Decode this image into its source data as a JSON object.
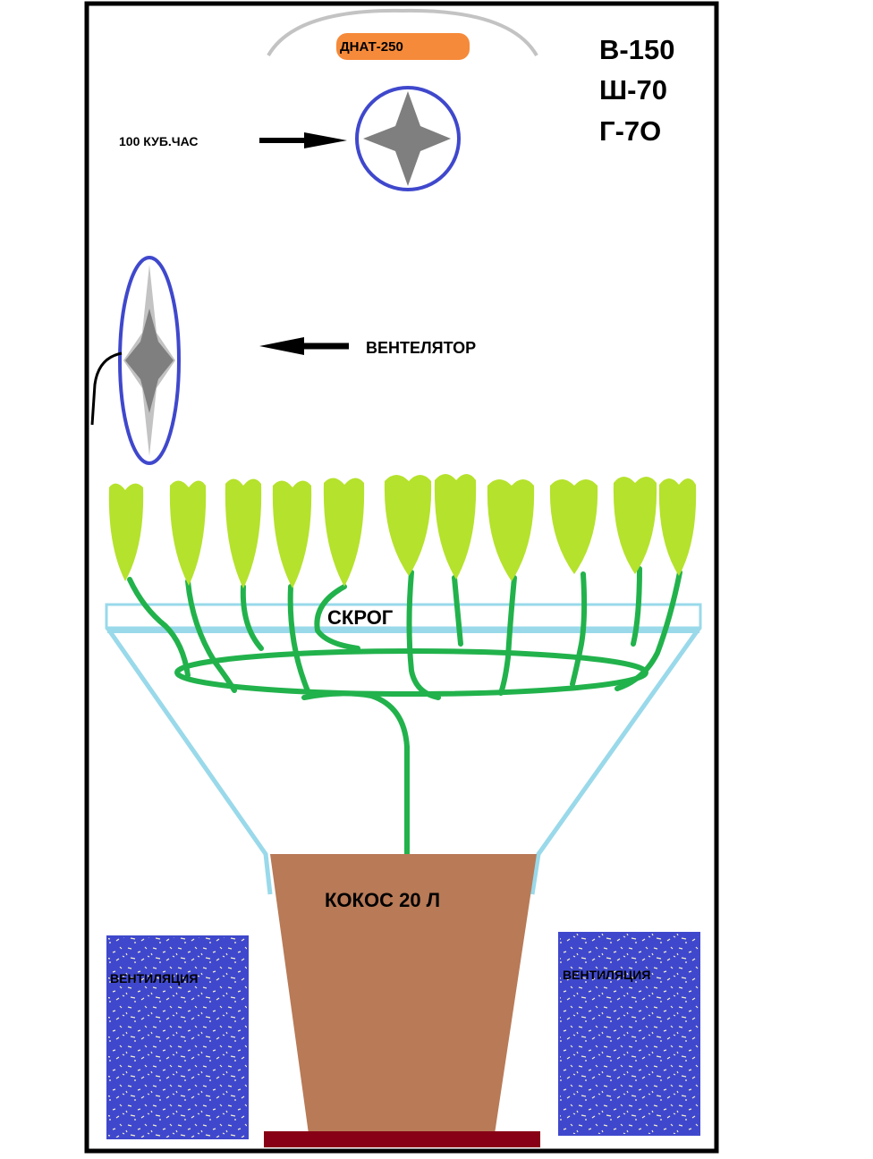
{
  "dimensions": [
    "В-150",
    "Ш-70",
    "Г-7О"
  ],
  "lamp": {
    "label": "ДНАТ-250",
    "color": "#f58a3a"
  },
  "exhaust": {
    "label": "100 КУБ.ЧАС"
  },
  "fan": {
    "label": "ВЕНТЕЛЯТОР"
  },
  "scrog": {
    "label": "СКРОГ"
  },
  "pot": {
    "label": "КОКОС 20 Л",
    "color": "#b87a57"
  },
  "vents": [
    {
      "label": "ВЕНТИЛЯЦИЯ"
    },
    {
      "label": "ВЕНТИЛЯЦИЯ"
    }
  ],
  "colors": {
    "leaf": "#b5e22c",
    "stem": "#22b24c",
    "net": "#99d9ea",
    "fan_ring": "#3f48cc",
    "vent_panel": "#3f48cc",
    "tray": "#880015"
  }
}
